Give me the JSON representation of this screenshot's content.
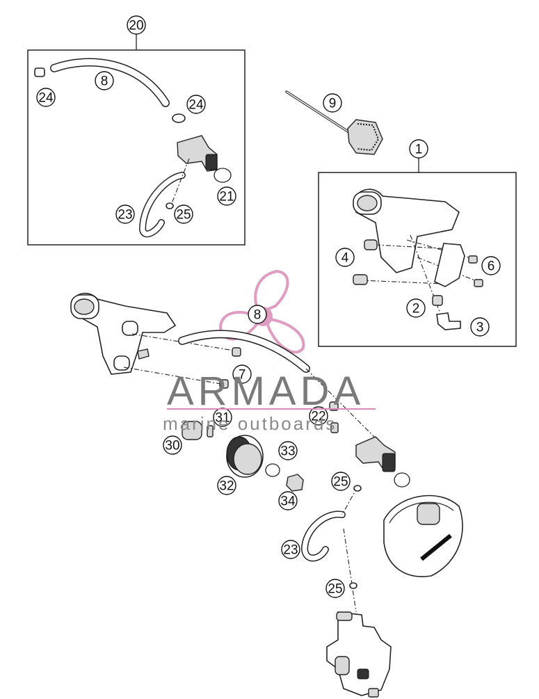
{
  "callouts": [
    {
      "id": "c20",
      "label": "20"
    },
    {
      "id": "c8a",
      "label": "8"
    },
    {
      "id": "c24a",
      "label": "24"
    },
    {
      "id": "c24b",
      "label": "24"
    },
    {
      "id": "c21",
      "label": "21"
    },
    {
      "id": "c23a",
      "label": "23"
    },
    {
      "id": "c25a",
      "label": "25"
    },
    {
      "id": "c9",
      "label": "9"
    },
    {
      "id": "c1",
      "label": "1"
    },
    {
      "id": "c4",
      "label": "4"
    },
    {
      "id": "c6",
      "label": "6"
    },
    {
      "id": "c2",
      "label": "2"
    },
    {
      "id": "c3",
      "label": "3"
    },
    {
      "id": "c8b",
      "label": "8"
    },
    {
      "id": "c7",
      "label": "7"
    },
    {
      "id": "c31",
      "label": "31"
    },
    {
      "id": "c22",
      "label": "22"
    },
    {
      "id": "c30",
      "label": "30"
    },
    {
      "id": "c33",
      "label": "33"
    },
    {
      "id": "c32",
      "label": "32"
    },
    {
      "id": "c25b",
      "label": "25"
    },
    {
      "id": "c34",
      "label": "34"
    },
    {
      "id": "c23b",
      "label": "23"
    },
    {
      "id": "c25c",
      "label": "25"
    }
  ],
  "watermark": {
    "brand": "ARMADA",
    "tagline": "marine outboards",
    "logo_color": "#d98bb6",
    "text_color": "#7a7a7a"
  },
  "line_color": "#222222"
}
